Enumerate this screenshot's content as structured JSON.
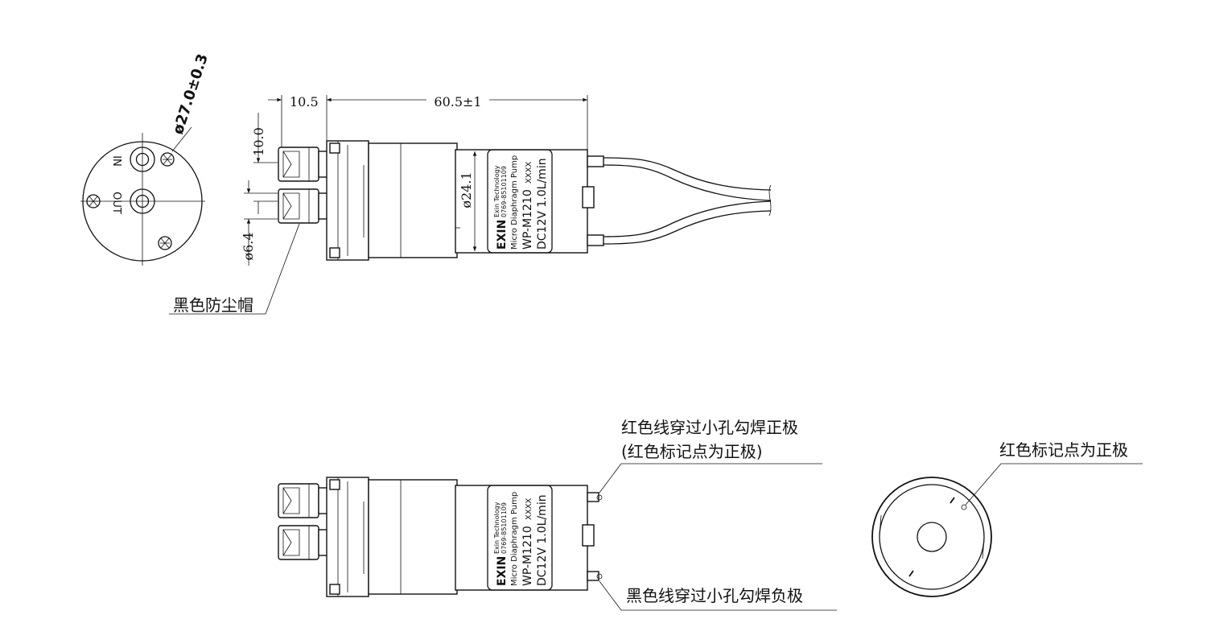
{
  "dimensions": {
    "front_diameter": "ø27.0±0.3",
    "connector_length": "10.5",
    "body_length": "60.5±1",
    "port_pitch": "10.0",
    "port_diameter": "ø6.4",
    "body_diameter": "ø24.1"
  },
  "port_labels": {
    "inlet": "IN",
    "outlet": "OUT"
  },
  "callouts": {
    "dust_cap": "黑色防尘帽",
    "red_wire_line1": "红色线穿过小孔勾焊正极",
    "red_wire_line2": "(红色标记点为正极)",
    "black_wire": "黑色线穿过小孔勾焊负极",
    "red_dot": "红色标记点为正极"
  },
  "pump_label": {
    "logo": "EXIN",
    "company": "Exin Technology",
    "phone": "0769-85101109",
    "product": "Micro Diaphragm Pump",
    "model": "WP-M1210",
    "model_suffix": "XXXX",
    "spec": "DC12V 1.0L/min"
  }
}
